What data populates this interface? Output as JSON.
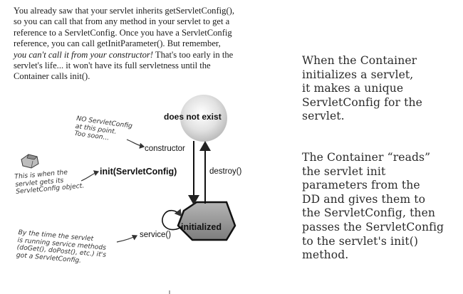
{
  "body_text": {
    "line1": "You already saw that your servlet inherits getServletConfig(),",
    "line2": "so you can call that from any method in your servlet to get a",
    "line3": "reference to a ServletConfig. Once you have a ServletConfig",
    "line4": "reference, you can call getInitParameter(). But remember,",
    "line5_italic": "you can't call it from your constructor!",
    "line5_rest": " That's too early in the",
    "line6": "servlet's life... it won't have its full servletness until the",
    "line7": "Container calls init()."
  },
  "diagram": {
    "state_does_not_exist": "does not exist",
    "state_initialized": "initialized",
    "transition_constructor": "constructor",
    "transition_init": "init(ServletConfig)",
    "transition_destroy": "destroy()",
    "transition_service": "service()",
    "note_constructor": [
      "NO ServletConfig",
      "at this point.",
      "Too soon..."
    ],
    "note_init": [
      "This is when the",
      "servlet gets its",
      "ServletConfig object."
    ],
    "note_service": [
      "By the time the servlet",
      "is running service methods",
      "(doGet(), doPost(), etc.) it's",
      "got a ServletConfig."
    ]
  },
  "side_notes": {
    "para1": [
      "When the Container",
      "initializes a servlet,",
      "it makes a unique",
      "ServletConfig for the",
      "servlet."
    ],
    "para2": [
      "The Container “reads”",
      "the servlet init",
      "parameters from the",
      "DD and gives them to",
      "the ServletConfig, then",
      "passes the ServletConfig",
      "to the servlet's init()",
      "method."
    ]
  },
  "colors": {
    "bubble_gray": "#d9d9d9",
    "hexagon_gray": "#9a9a9a",
    "text": "#1a1a1a"
  }
}
